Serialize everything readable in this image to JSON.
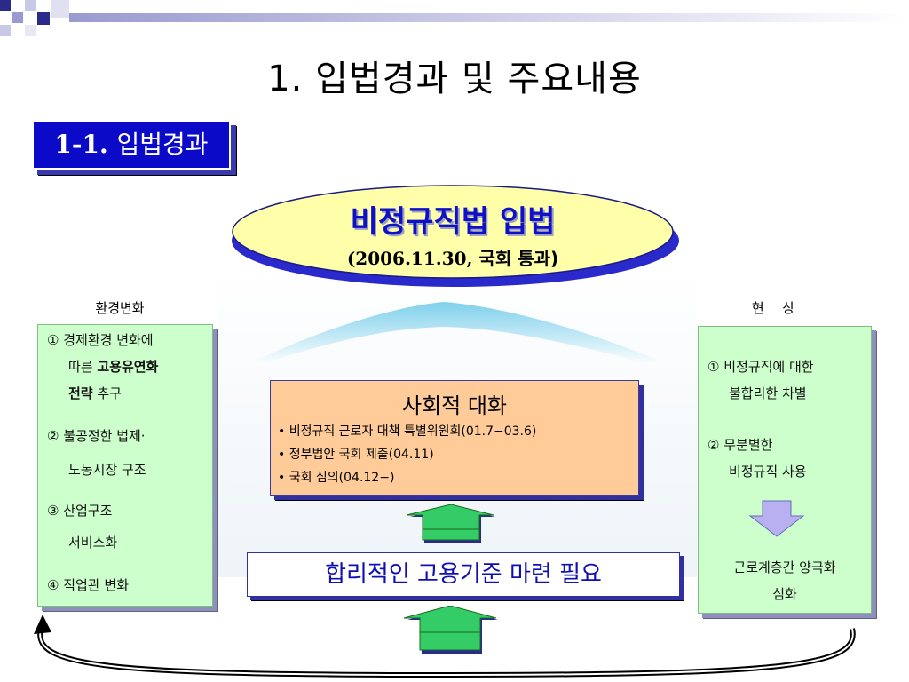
{
  "title": "1. 입법경과 및 주요내용",
  "section": {
    "label_num": "1-1.",
    "label_text": "입법경과"
  },
  "ellipse": {
    "title": "비정규직법 입법",
    "subtitle_date": "(2006.11.30,",
    "subtitle_text": "국회 통과)"
  },
  "left": {
    "header": "환경변화",
    "items": [
      {
        "num": "①",
        "line1": "경제환경 변화에",
        "line2_pre": "따른 ",
        "line2_bold": "고용유연화",
        "line3_bold": "전략",
        "line3_post": " 추구"
      },
      {
        "num": "②",
        "line1": "불공정한 법제·",
        "line2": "노동시장 구조"
      },
      {
        "num": "③",
        "line1": "산업구조",
        "line2": "서비스화"
      },
      {
        "num": "④",
        "line1": "직업관 변화"
      }
    ]
  },
  "right": {
    "header": "현 상",
    "items": [
      {
        "num": "①",
        "line1": "비정규직에 대한",
        "line2": "불합리한 차별"
      },
      {
        "num": "②",
        "line1": "무분별한",
        "line2": "비정규직 사용"
      }
    ],
    "result_line1": "근로계층간 양극화",
    "result_line2": "심화"
  },
  "dialogue": {
    "title": "사회적 대화",
    "bullets": [
      "• 비정규직 근로자 대책 특별위원회(01.7−03.6)",
      "• 정부법안 국회 제출(04.11)",
      "• 국회 심의(04.12−)"
    ]
  },
  "need": "합리적인 고용기준 마련 필요",
  "colors": {
    "accent_blue": "#0a0ac8",
    "panel_green": "#ccffcc",
    "dialogue_orange": "#ffcc99",
    "ellipse_yellow": "#ffffaa",
    "arrow_green": "#33cc66"
  },
  "icons": [
    "up-arrow-green-icon",
    "down-arrow-lavender-icon",
    "curved-loop-arrow-icon"
  ]
}
